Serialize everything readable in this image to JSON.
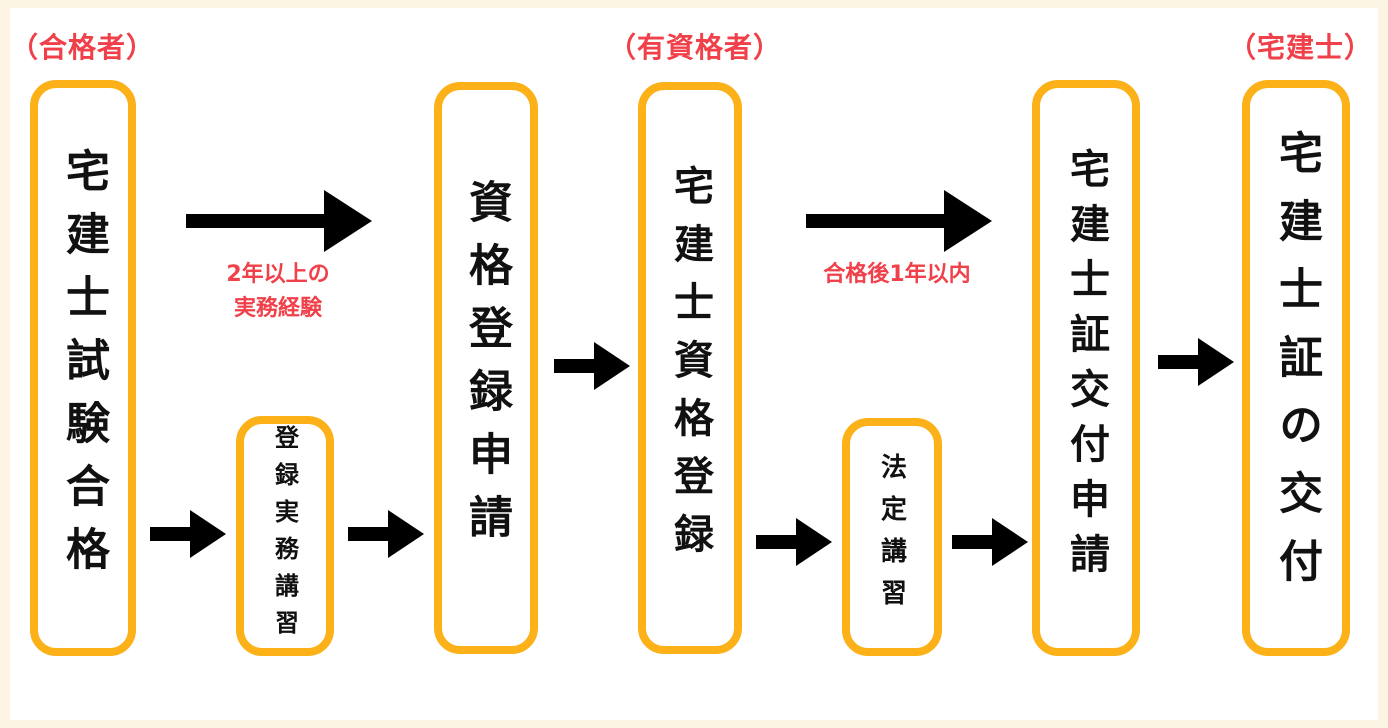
{
  "labels": {
    "passer": "（合格者）",
    "qualified": "（有資格者）",
    "licensed": "（宅建士）"
  },
  "boxes": {
    "exam_pass": "宅建士試験合格",
    "registration_training": "登録実務講習",
    "registration_application": "資格登録申請",
    "qualification_registration": "宅建士資格登録",
    "statutory_training": "法定講習",
    "card_application": "宅建士証交付申請",
    "card_issuance": "宅建士証の交付"
  },
  "notes": {
    "experience_line1": "2年以上の",
    "experience_line2": "実務経験",
    "within_year": "合格後1年以内"
  },
  "colors": {
    "border": "#fbb117",
    "accent_text": "#f0404a",
    "arrow": "#000000",
    "background": "#fdf5e4"
  }
}
